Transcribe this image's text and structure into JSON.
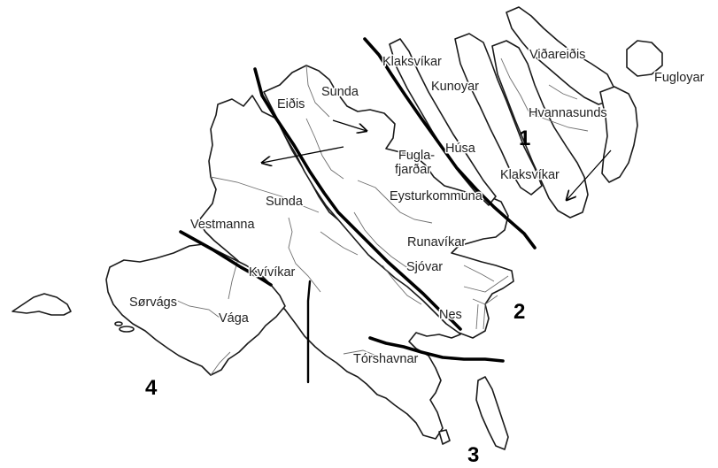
{
  "municipalities": [
    {
      "id": "klaksvik-north",
      "label": "Klaksvíkar"
    },
    {
      "id": "vidareidi",
      "label": "Viðareiðis"
    },
    {
      "id": "fugloy",
      "label": "Fugloyar"
    },
    {
      "id": "kunoy",
      "label": "Kunoyar"
    },
    {
      "id": "hvannasund",
      "label": "Hvannasunds"
    },
    {
      "id": "eidi",
      "label": "Eiðis"
    },
    {
      "id": "sunda-north",
      "label": "Sunda"
    },
    {
      "id": "husa",
      "label": "Húsa"
    },
    {
      "id": "fuglafjordur-1",
      "label": "Fugla-"
    },
    {
      "id": "fuglafjordur-2",
      "label": "fjarðar"
    },
    {
      "id": "klaksvik-south",
      "label": "Klaksvíkar"
    },
    {
      "id": "eysturkommuna",
      "label": "Eysturkommuna"
    },
    {
      "id": "sunda-south",
      "label": "Sunda"
    },
    {
      "id": "vestmanna",
      "label": "Vestmanna"
    },
    {
      "id": "runavik",
      "label": "Runavíkar"
    },
    {
      "id": "kvivik",
      "label": "Kvívíkar"
    },
    {
      "id": "sjovar",
      "label": "Sjóvar"
    },
    {
      "id": "sorvag",
      "label": "Sørvágs"
    },
    {
      "id": "vaga",
      "label": "Vága"
    },
    {
      "id": "nes",
      "label": "Nes"
    },
    {
      "id": "torshavn",
      "label": "Tórshavnar"
    }
  ],
  "region_numbers": [
    "1",
    "2",
    "3",
    "4"
  ],
  "colors": {
    "coast": "#1a1a1a",
    "borders": "#6e6e6e",
    "zones": "#000000",
    "text": "#222222",
    "background": "#ffffff"
  }
}
